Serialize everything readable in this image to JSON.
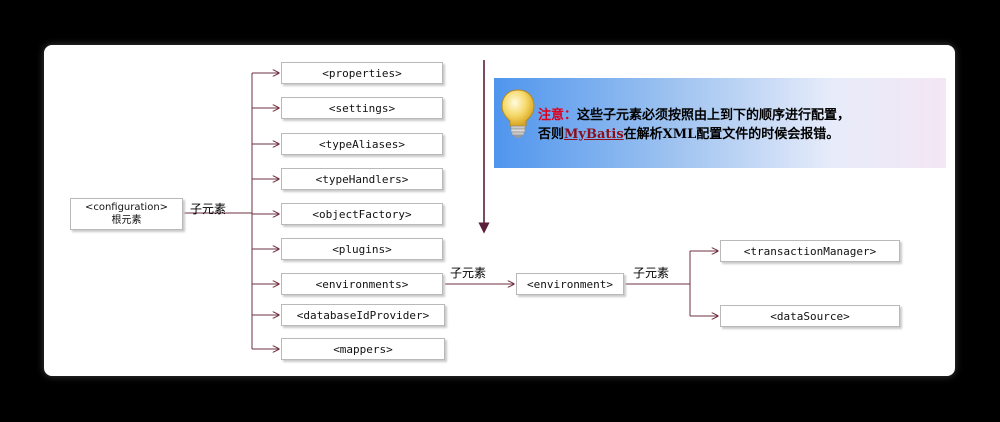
{
  "root": {
    "line1": "<configuration>",
    "line2": "根元素"
  },
  "children": [
    "<properties>",
    "<settings>",
    "<typeAliases>",
    "<typeHandlers>",
    "<objectFactory>",
    "<plugins>",
    "<environments>",
    "<databaseIdProvider>",
    "<mappers>"
  ],
  "environment": "<environment>",
  "env_children": [
    "<transactionManager>",
    "<dataSource>"
  ],
  "label_child": "子元素",
  "note": {
    "lead": "注意：",
    "part1": "这些子元素必须按照由上到下的顺序进行配置，",
    "part2": "否则",
    "emphasis": "MyBatis",
    "part3": "在解析XML配置文件的时候会报错。"
  },
  "colors": {
    "line": "#703040",
    "arrow": "#5a1f3a",
    "note_lead": "#e0001b"
  }
}
